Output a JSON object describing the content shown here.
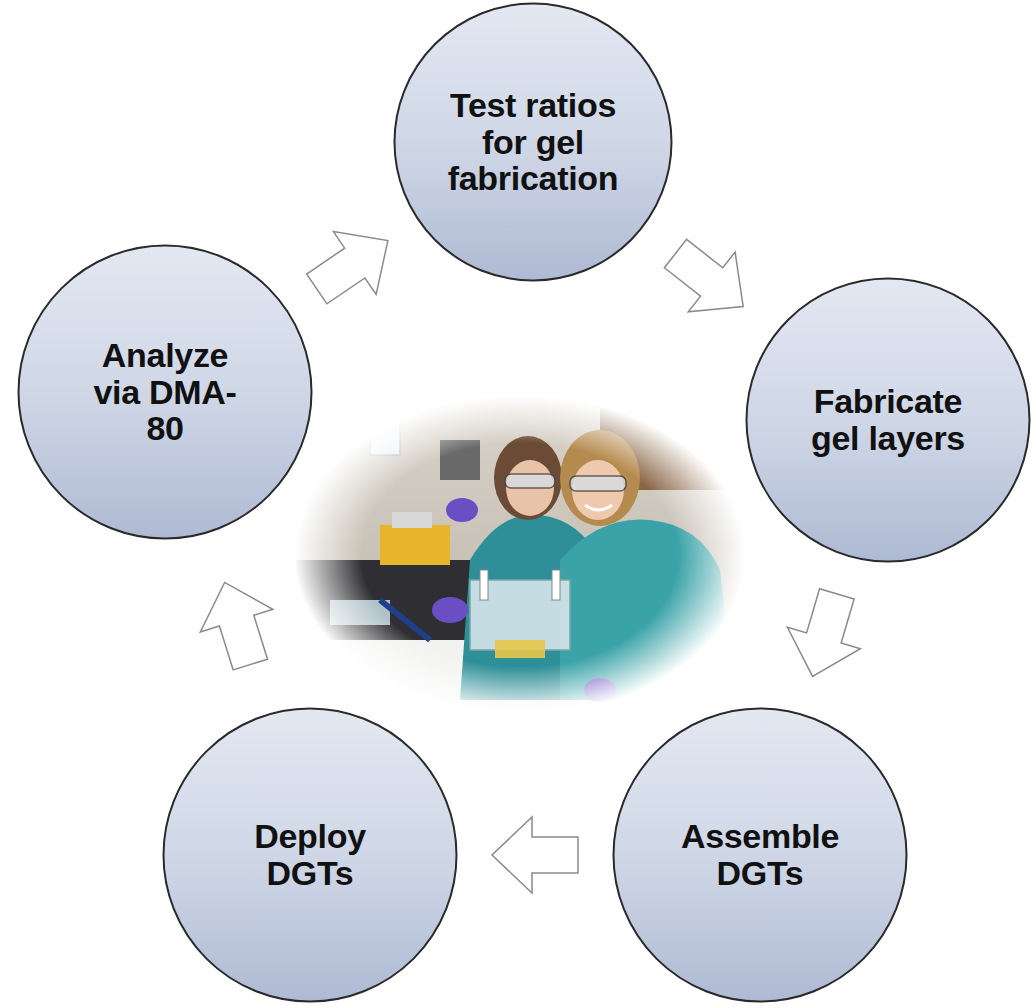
{
  "diagram": {
    "nodes": [
      {
        "text": [
          "Test ratios for gel fabrication"
        ]
      },
      {
        "text": [
          "Fabricate gel layers"
        ]
      },
      {
        "text": [
          "Assemble DGTs"
        ]
      },
      {
        "text": [
          "Deploy DGTs"
        ]
      },
      {
        "text": [
          "Analyze via DMA- 80"
        ]
      }
    ],
    "edges": [
      {
        "from": 0,
        "to": 1,
        "arrow": "to"
      },
      {
        "from": 1,
        "to": 2,
        "arrow": "to"
      },
      {
        "from": 2,
        "to": 3,
        "arrow": "to"
      },
      {
        "from": 3,
        "to": 4,
        "arrow": "to"
      },
      {
        "from": 4,
        "to": 0,
        "arrow": "to"
      }
    ]
  }
}
